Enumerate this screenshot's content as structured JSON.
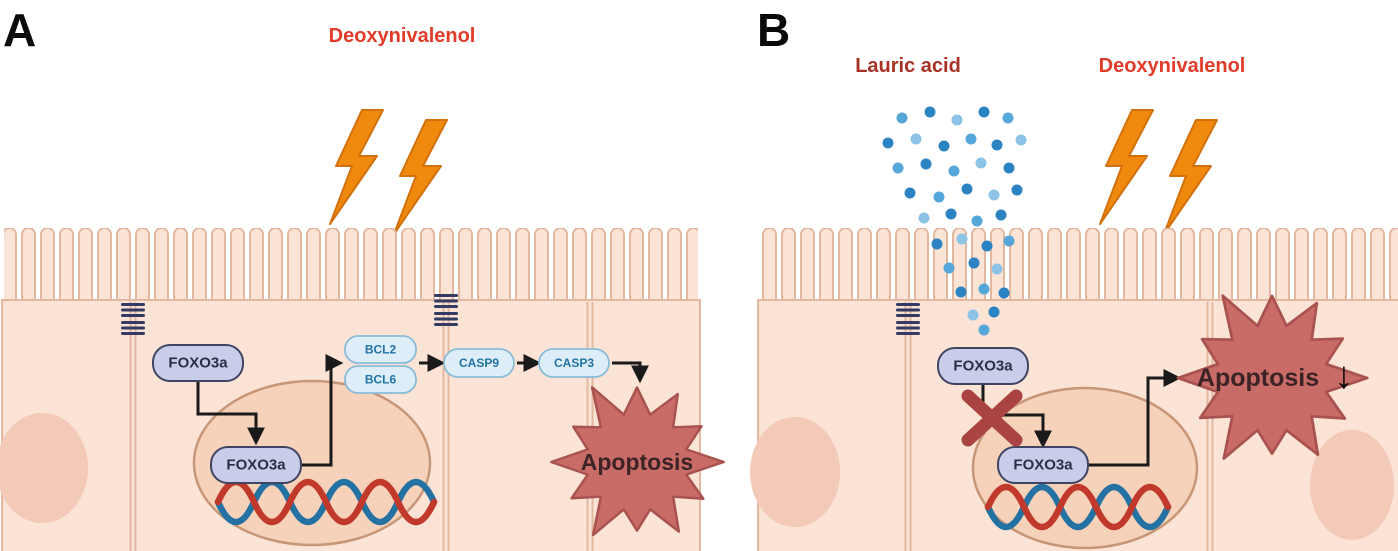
{
  "panelA": {
    "label": "A",
    "stressor_label": "Deoxynivalenol",
    "foxo3a_cytoplasm": "FOXO3a",
    "foxo3a_nucleus": "FOXO3a",
    "bcl2_label": "BCL2",
    "bcl6_label": "BCL6",
    "casp9_label": "CASP9",
    "casp3_label": "CASP3",
    "apoptosis_label": "Apoptosis"
  },
  "panelB": {
    "label": "B",
    "treatment_label": "Lauric acid",
    "stressor_label": "Deoxynivalenol",
    "foxo3a_cytoplasm": "FOXO3a",
    "foxo3a_nucleus": "FOXO3a",
    "apoptosis_label": "Apoptosis",
    "apoptosis_trend_arrow": "↓"
  },
  "colors": {
    "stressor_text": "#e23b2a",
    "treatment_text": "#a93226",
    "lightning": "#ef8a0e",
    "cell_fill": "#fbe3d6",
    "cell_stroke": "#e3b7a0",
    "basal_oval": "#f3c9b7",
    "nucleus_fill": "#f6d2ba",
    "nucleus_stroke": "#c69677",
    "foxo_fill": "#c9cde9",
    "foxo_stroke": "#3f4563",
    "foxo_text": "#2b2f45",
    "bcl_fill": "#ddeef8",
    "bcl_stroke": "#8abbd8",
    "bcl_text": "#2173a6",
    "apoptosis_fill": "#c96b67",
    "apoptosis_stroke": "#a95350",
    "apoptosis_text": "#3b2326",
    "dna_red": "#c0392b",
    "dna_blue": "#2471a3",
    "molecule_blue": "#2b83c4",
    "tight_junction": "#333a63",
    "inhibition_x": "#a94442",
    "arrow": "#1a1a1a"
  }
}
